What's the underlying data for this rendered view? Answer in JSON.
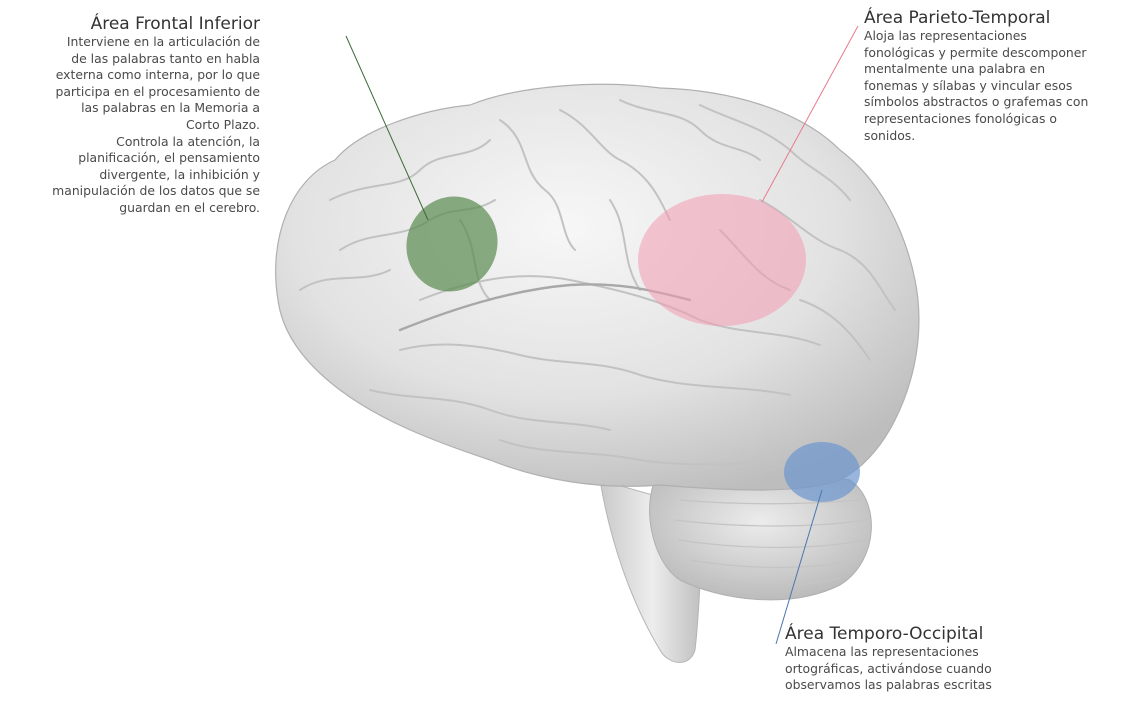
{
  "areas": [
    {
      "id": "frontal",
      "title": "Área Frontal Inferior",
      "lines": [
        "Interviene en la articulación de",
        "de las palabras tanto en habla",
        "externa como interna, por lo que",
        "participa en el procesamiento de",
        "las palabras en la Memoria a",
        "Corto Plazo.",
        "Controla la atención, la",
        "planificación, el pensamiento",
        "divergente, la inhibición y",
        "manipulación de los datos que se",
        "guardan en el cerebro."
      ],
      "color": "#5a8a4f",
      "line_color": "#3f6b3a"
    },
    {
      "id": "parieto",
      "title": "Área Parieto-Temporal",
      "lines": [
        "Aloja las representaciones",
        "fonológicas y permite descomponer",
        "mentalmente una palabra en",
        "fonemas y sílabas y vincular esos",
        "símbolos abstractos o grafemas con",
        "representaciones fonológicas o",
        "sonidos."
      ],
      "color": "#f29ab0",
      "line_color": "#e67a8c"
    },
    {
      "id": "temporo",
      "title": "Área Temporo-Occipital",
      "lines": [
        "Almacena las representaciones",
        "ortográficas, activándose cuando",
        "observamos las palabras escritas"
      ],
      "color": "#6b96cf",
      "line_color": "#4a76b0"
    }
  ],
  "brain_color": "#e2e2e2"
}
